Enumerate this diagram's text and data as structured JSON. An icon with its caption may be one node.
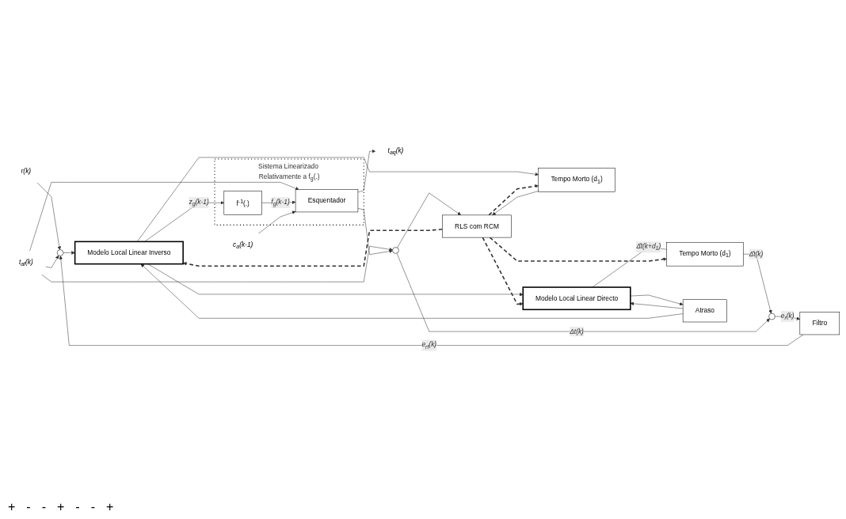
{
  "diagram": {
    "nodes": [
      {
        "text": [
          "t$_{af}$(k)"
        ]
      },
      {
        "text": [
          "r(k)"
        ]
      },
      {
        "text": [],
        "shape": "circle"
      },
      {
        "text": [
          "Modelo Local Linear Inverso"
        ]
      },
      {
        "text": [
          "Sistema Linearizado Relativamente a f$_{g}$(.)"
        ]
      },
      {
        "text": [
          "f$^{-1}$(.)"
        ],
        "in": 4
      },
      {
        "text": [
          "Esquentador"
        ],
        "in": 4
      },
      {
        "text": [
          "t$_{aq}$(k)"
        ]
      },
      {
        "text": [
          "c$_{a}$(k-1)"
        ]
      },
      {
        "text": [],
        "shape": "circle"
      },
      {
        "text": [
          "RLS com RCM"
        ]
      },
      {
        "text": [
          "Tempo Morto (d$_{1}$)"
        ]
      },
      {
        "text": [
          "Modelo Local Linear Directo"
        ]
      },
      {
        "text": [
          "Tempo Morto (d$_{1}$)"
        ]
      },
      {
        "text": [],
        "shape": "circle"
      },
      {
        "text": [
          "Atraso"
        ]
      },
      {
        "text": [
          "Filtro"
        ]
      }
    ],
    "edges": [
      {
        "from": 1,
        "to": 2,
        "arrow": "to"
      },
      {
        "from": 0,
        "to": 2,
        "arrow": "to"
      },
      {
        "from": 0,
        "to": 6,
        "arrow": "to"
      },
      {
        "from": 0,
        "to": 9,
        "arrow": "to"
      },
      {
        "from": 2,
        "to": 3,
        "arrow": "to"
      },
      {
        "from": 3,
        "to": 5,
        "arrow": "to",
        "label": "z$_{g}$(k-1)"
      },
      {
        "from": 5,
        "to": 6,
        "arrow": "to",
        "label": "f$_{g}$(k-1)"
      },
      {
        "from": 8,
        "to": 6,
        "arrow": "to"
      },
      {
        "from": 6,
        "to": 7,
        "arrow": "to"
      },
      {
        "from": 6,
        "to": 9,
        "arrow": "to"
      },
      {
        "from": 3,
        "to": 11,
        "arrow": "to"
      },
      {
        "from": 3,
        "to": 12,
        "arrow": "to"
      },
      {
        "from": 11,
        "to": 10,
        "arrow": "to"
      },
      {
        "from": 12,
        "to": 13,
        "arrow": "none",
        "label": "Δ̂t(k+d$_{1}$)"
      },
      {
        "from": 12,
        "to": 15,
        "arrow": "to"
      },
      {
        "from": 15,
        "to": 12,
        "arrow": "to"
      },
      {
        "from": 15,
        "to": 3,
        "arrow": "to"
      },
      {
        "from": 13,
        "to": 14,
        "arrow": "to",
        "label": "Δ̂t(k)"
      },
      {
        "from": 9,
        "to": 14,
        "arrow": "to",
        "label": "Δt(k)"
      },
      {
        "from": 9,
        "to": 10,
        "arrow": "to"
      },
      {
        "from": 14,
        "to": 16,
        "arrow": "to",
        "label": "e$_{r}$(k)"
      },
      {
        "from": 16,
        "to": 2,
        "arrow": "to",
        "label": "e$_{rf}$(k)"
      },
      {
        "from": 10,
        "to": 3,
        "arrow": "to",
        "style": "dashed"
      },
      {
        "from": 10,
        "to": 11,
        "arrow": "to",
        "style": "dashed"
      },
      {
        "from": 10,
        "to": 12,
        "arrow": "to",
        "style": "dashed"
      },
      {
        "from": 10,
        "to": 13,
        "arrow": "to",
        "style": "dashed"
      }
    ],
    "labels": [
      "+",
      "-",
      "-",
      "+",
      "-",
      "-",
      "+"
    ]
  }
}
